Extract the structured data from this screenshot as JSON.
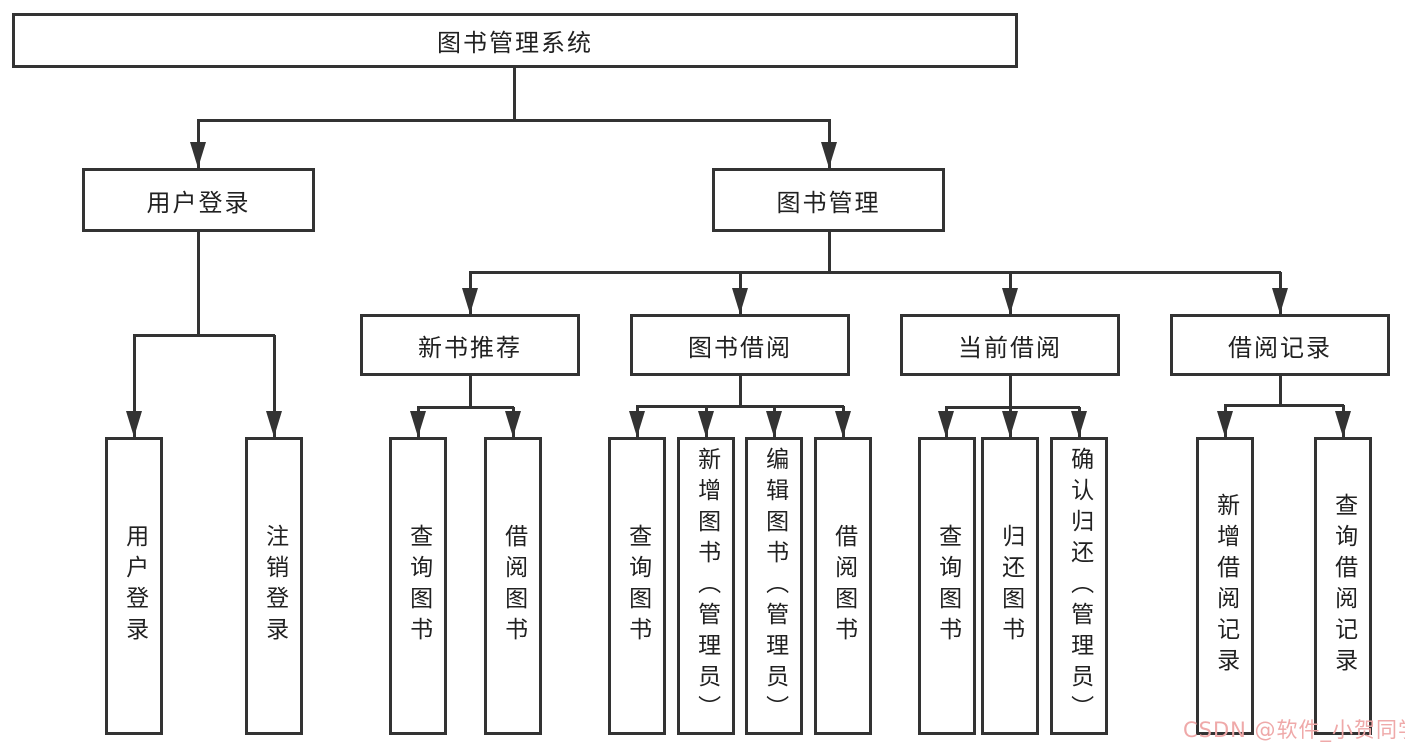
{
  "diagram": {
    "root": {
      "label": "图书管理系统"
    },
    "login_branch": {
      "label": "用户登录",
      "children": [
        {
          "label": "用户登录"
        },
        {
          "label": "注销登录"
        }
      ]
    },
    "management_branch": {
      "label": "图书管理",
      "sections": [
        {
          "label": "新书推荐",
          "children": [
            {
              "label": "查询图书"
            },
            {
              "label": "借阅图书"
            }
          ]
        },
        {
          "label": "图书借阅",
          "children": [
            {
              "label": "查询图书"
            },
            {
              "label": "新增图书（管理员）"
            },
            {
              "label": "编辑图书（管理员）"
            },
            {
              "label": "借阅图书"
            }
          ]
        },
        {
          "label": "当前借阅",
          "children": [
            {
              "label": "查询图书"
            },
            {
              "label": "归还图书"
            },
            {
              "label": "确认归还（管理员）"
            }
          ]
        },
        {
          "label": "借阅记录",
          "children": [
            {
              "label": "新增借阅记录"
            },
            {
              "label": "查询借阅记录"
            }
          ]
        }
      ]
    }
  },
  "watermark": {
    "text": "CSDN @软件_小贺同学",
    "color": "#efa9a9"
  },
  "colors": {
    "line": "#333333",
    "text": "#212121",
    "background": "#ffffff"
  }
}
